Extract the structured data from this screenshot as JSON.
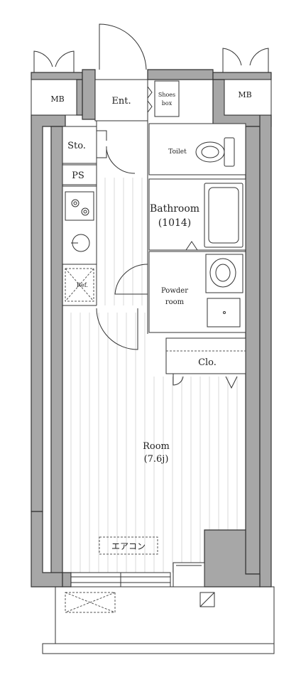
{
  "labels": {
    "mb_left": "MB",
    "mb_right": "MB",
    "entrance": "Ent.",
    "shoes_box_line1": "Shoes",
    "shoes_box_line2": "box",
    "storage": "Sto.",
    "toilet": "Toilet",
    "ps": "PS",
    "bathroom": "Bathroom",
    "bathroom_size": "(1014)",
    "refrigerator": "Ref.",
    "powder_room_line1": "Powder",
    "powder_room_line2": "room",
    "closet": "Clo.",
    "room": "Room",
    "room_size": "(7.6j)",
    "air_conditioner": "エアコン"
  },
  "colors": {
    "wall": "#a7a7a7",
    "line": "#333333",
    "floor_stripe": "#d9d9d9"
  }
}
